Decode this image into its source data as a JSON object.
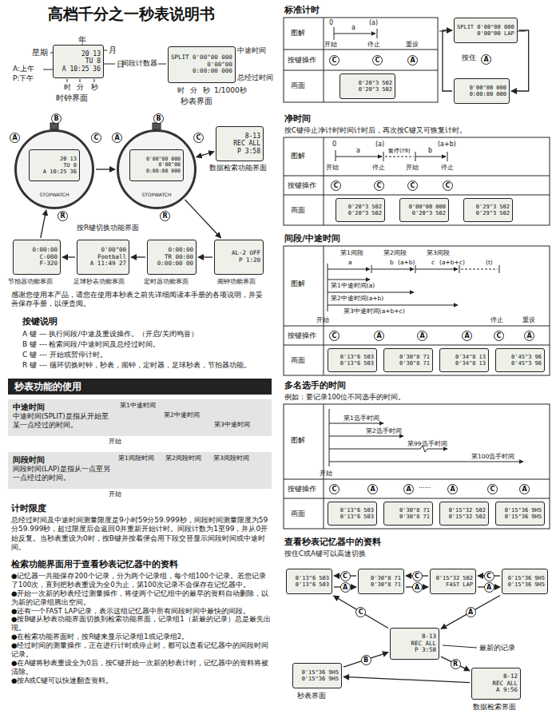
{
  "diagram": {
    "title": "高档千分之一秒表说明书",
    "nodes": [
      {
        "text": [
          "20 13",
          "TU 8",
          "A 10:25 36"
        ]
      },
      {
        "text": [
          "SPLIT 0'00\"00 000",
          "0'00\"00",
          "0:00:00 000"
        ]
      },
      {
        "text": [
          "STOPWATCH"
        ]
      },
      {
        "text": [
          "20 13",
          "TU 8",
          "A 10:25 36"
        ],
        "in": 2
      },
      {
        "text": [
          "STOPWATCH"
        ]
      },
      {
        "text": [
          "0'00\"00 000",
          "0'00\"00",
          "0:00:00 000"
        ],
        "in": 4
      },
      {
        "text": [
          "8-13",
          "REC ALL",
          "P 3:58"
        ]
      },
      {
        "text": [
          "0:00:00",
          "C-000",
          "F-320"
        ]
      },
      {
        "text": [
          "0'00\"00",
          "Football",
          "A 11:49 27"
        ]
      },
      {
        "text": [
          "0:00:00",
          "TR 00:00",
          "0:00:00 00"
        ]
      },
      {
        "text": [
          "AL-2 OFF",
          "P 1:20"
        ]
      },
      {
        "text": [
          "秒表功能的使用"
        ]
      },
      {
        "text": [
          "中途时间",
          "中途时间(SPLIT)是指从开始至某一点经过的时间。"
        ]
      },
      {
        "text": [
          "间段时间",
          "间段时间(LAP)是指从一点至另一点经过的时间。"
        ]
      },
      {
        "text": [
          "0'20\"3 502",
          "0'20\"3 502"
        ]
      },
      {
        "text": [
          "SPLIT 0'00\"00 000",
          "0'00\"00 LAP"
        ]
      },
      {
        "text": [
          "0'00\"00 000",
          "0:00:00 000"
        ]
      },
      {
        "text": [
          "0'20\"3 502",
          "0'20\"3 502"
        ]
      },
      {
        "text": [
          "0'00\"00 000",
          "0'20\"3 502"
        ]
      },
      {
        "text": [
          "0'29\"3 502",
          "0'29\"3 502"
        ]
      },
      {
        "text": [
          "0'13\"6 503",
          "0'13\"6 503"
        ]
      },
      {
        "text": [
          "0'30\"8 71",
          "0'30\"8 71"
        ]
      },
      {
        "text": [
          "0'34\"8 13",
          "0'34\"8 13"
        ]
      },
      {
        "text": [
          "0'45\"3 96",
          "0'45\"3 96"
        ]
      },
      {
        "text": [
          "0'13\"6 503",
          "0'13\"6 503"
        ]
      },
      {
        "text": [
          "0'30\"8 71",
          "0'30\"8 71"
        ]
      },
      {
        "text": [
          "0'15\"32 502",
          "0'15\"32 502"
        ]
      },
      {
        "text": [
          "0'15\"36 9H5",
          "0'15\"36 9H5"
        ]
      },
      {
        "text": [
          "0'13\"6 503",
          "0'13\"6 503"
        ]
      },
      {
        "text": [
          "0'30\"8 71",
          "0'30\"8 71"
        ]
      },
      {
        "text": [
          "0'15\"32 502",
          "FAST LAP"
        ]
      },
      {
        "text": [
          "0'15\"36 9H5",
          "0'15\"36 9H5"
        ]
      },
      {
        "text": [
          "8-13",
          "REC ALL",
          "P 3:58"
        ]
      },
      {
        "text": [
          "0'15\"36 9H5",
          "0'15\"36 9H5"
        ]
      },
      {
        "text": [
          "8-12",
          "REC ALL",
          "A 9:56"
        ]
      }
    ],
    "edges": [
      {
        "from": 2,
        "to": 4,
        "arrow": "to"
      },
      {
        "from": 4,
        "to": 6,
        "arrow": "both"
      },
      {
        "from": 4,
        "to": 10,
        "arrow": "to"
      },
      {
        "from": 10,
        "to": 9,
        "arrow": "to"
      },
      {
        "from": 9,
        "to": 8,
        "arrow": "to"
      },
      {
        "from": 8,
        "to": 7,
        "arrow": "to"
      },
      {
        "from": 7,
        "to": 2,
        "arrow": "to"
      },
      {
        "from": 15,
        "to": 16,
        "arrow": "to"
      },
      {
        "from": 16,
        "to": 15,
        "arrow": "to"
      },
      {
        "from": 28,
        "to": 29,
        "label": "A",
        "arrow": "to"
      },
      {
        "from": 29,
        "to": 28,
        "label": "C",
        "arrow": "to"
      },
      {
        "from": 29,
        "to": 30,
        "label": "A",
        "arrow": "to"
      },
      {
        "from": 30,
        "to": 29,
        "label": "C",
        "arrow": "to"
      },
      {
        "from": 30,
        "to": 31,
        "label": "A",
        "arrow": "to"
      },
      {
        "from": 31,
        "to": 30,
        "label": "C",
        "arrow": "to"
      },
      {
        "from": 31,
        "to": 32,
        "label": "A",
        "arrow": "to"
      },
      {
        "from": 32,
        "to": 28,
        "label": "C",
        "arrow": "to"
      },
      {
        "from": 33,
        "to": 32,
        "label": "B",
        "arrow": "to"
      },
      {
        "from": 32,
        "to": 34,
        "label": "R",
        "arrow": "to"
      },
      {
        "from": 34,
        "to": 33,
        "arrow": "to"
      }
    ],
    "labels": [
      "年",
      "星期",
      "月",
      "日",
      "A:上午",
      "P:下午",
      "时",
      "分",
      "秒",
      "时钟界面",
      "间段计数器",
      "中途时间",
      "总经过时间",
      "时",
      "分",
      "秒",
      "1/1000秒",
      "秒表界面",
      "A",
      "B",
      "C",
      "R",
      "A",
      "B",
      "C",
      "R",
      "数据检索功能界面",
      "按R键切换功能界面",
      "节拍器功能界面",
      "足球秒表功能界面",
      "定时器功能界面",
      "闹钟功能界面",
      "感谢您使用本产品，请您在使用本秒表之前先详细阅读本手册的各项说明，并妥善保存手册，以便查阅。",
      "按键说明",
      "A 键 --- 执行间段/中途及重设操作。（开启/关闭鸣音）",
      "B 键 --- 检索间段/中途时间及总经过时间。",
      "C 键 --- 开始或暂停计时。",
      "R 键 --- 循环切换时钟，秒表，闹钟，定时器，足球秒表，节拍器功能。",
      "第1中途时间",
      "第2中途时间",
      "第3中途时间",
      "开始",
      "第1间段时间",
      "第2间段时间",
      "第3间段时间",
      "开始",
      "计时限度",
      "总经过时间及中途时间测量限度是9小时59分59.999秒，间段时间测量限度为59分59.999秒，超过限度后会返回0并重新开始计时。间段计数为1至99，并从0开始反复。当秒表重设为0时，按B键并按着便会用下段交替显示间段时间或中途时间。",
      "检索功能界面用于查看秒表记忆器中的资料",
      "●记忆器一共能保存200个记录，分为两个记录组，每个组100个记录。若您记录了100次，直到把秒表重设为全0为止，第100次记录不会保存在记忆器中。",
      "●开始一次新的秒表经过测量操作，将使两个记忆组中的最早的资料自动删除，以为新的记录组腾出空间。",
      "●还有一个FAST LAP记录，表示这组记忆器中所有间段时间中最快的间段。",
      "●按B键从秒表功能界面切换到检索功能界面，记录组1（新最的记录）总是最先出现。",
      "●在检索功能界面时，按R键来显示记录组1或记录组2。",
      "●经过时间的测量操作，正在进行计时或停止时，都可以查看记忆器中的间段时间记录。",
      "●在A键将秒表重设全为0后，按C键开始一次新的秒表计时，记忆器中的资料将被清除。",
      "●按A或C键可以快速翻查资料。",
      "标准计时",
      "图解",
      "按键操作",
      "画面",
      "0",
      "a",
      "(a)",
      "开始",
      "停止",
      "重设",
      "C",
      "C",
      "A",
      "按住",
      "A",
      "净时间",
      "按C键停止净计时时间计时后，再次按C键又可恢复计时。",
      "图解",
      "按键操作",
      "画面",
      "0",
      "a",
      "(a)",
      "暂停计时",
      "b",
      "(a+b)",
      "开始",
      "停止",
      "开始",
      "停止",
      "C",
      "C",
      "C",
      "C",
      "间段/中途时间",
      "图解",
      "按键操作",
      "画面",
      "第1间段",
      "第2间段",
      "第3间段",
      "a",
      "b",
      "(a+b)",
      "c",
      "(a+b+c)",
      "(t)",
      "第1中途时间(a)",
      "第2中途时间(a+b)",
      "第3中途时间(a+b+c)",
      "开始",
      "停止",
      "重设",
      "C",
      "A",
      "A",
      "A",
      "C",
      "A",
      "多名选手的时间",
      "例如：要记录100位不同选手的时间。",
      "图解",
      "按键操作",
      "画面",
      "第1选手时间",
      "第2选手时间",
      "第99选手时间",
      "第100选手时间",
      "开始",
      "C",
      "A",
      "A",
      "......",
      "A",
      "C",
      "A",
      "查看秒表记忆器中的资料",
      "按住C或A键可以高速切换",
      "最新的记录",
      "秒表界面",
      "数据检索界面"
    ]
  }
}
